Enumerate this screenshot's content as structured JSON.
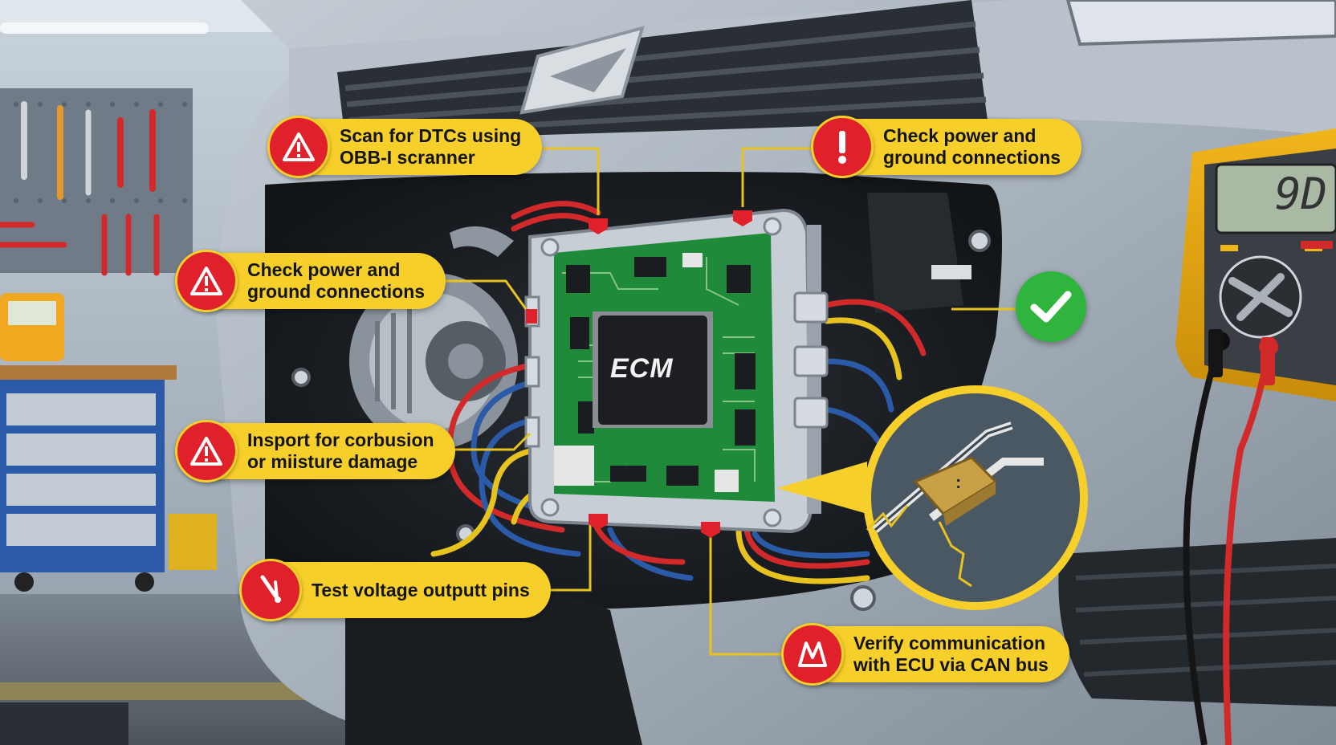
{
  "callouts": [
    {
      "id": "scan",
      "text": "Scan for DTCs using\nOBB-I scranner",
      "icon": "warning-triangle-icon"
    },
    {
      "id": "power-top",
      "text": "Check power and\nground connections",
      "icon": "exclamation-icon"
    },
    {
      "id": "power-left",
      "text": "Check power and\nground connections",
      "icon": "warning-triangle-icon"
    },
    {
      "id": "inspect",
      "text": "Insport for corbusion\nor miisture damage",
      "icon": "warning-triangle-icon"
    },
    {
      "id": "voltage",
      "text": "Test voltage outputt pins",
      "icon": "probe-icon"
    },
    {
      "id": "verify",
      "text": "Verify communication\nwith ECU via CAN bus",
      "icon": "network-icon"
    }
  ],
  "ecm": {
    "label": "ECM"
  },
  "multimeter": {
    "display": "9D"
  },
  "status": {
    "icon": "checkmark-icon",
    "color": "#2fb53d"
  },
  "colors": {
    "callout": "#f7cf2a",
    "badge": "#e0202a",
    "board": "#1f8a3a",
    "check": "#2fb53d"
  }
}
